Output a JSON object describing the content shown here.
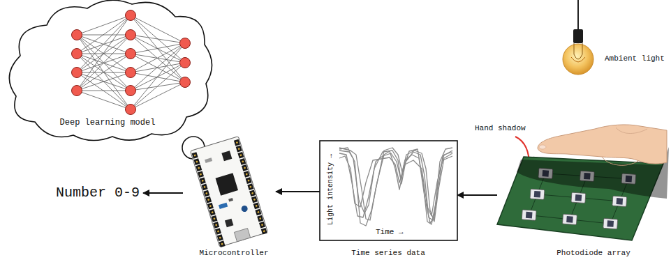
{
  "diagram": {
    "nodes": [
      {
        "text": [
          "Deep learning model"
        ]
      },
      {
        "text": [
          "Number 0-9"
        ]
      },
      {
        "text": [
          "Microcontroller"
        ]
      },
      {
        "text": [
          "Light intensity →",
          "Time →",
          "Time series data"
        ]
      },
      {
        "text": [
          "Photodiode array"
        ]
      }
    ],
    "edges": [
      {
        "from": 4,
        "to": 3,
        "arrow": "to"
      },
      {
        "from": 3,
        "to": 2,
        "arrow": "to"
      },
      {
        "from": 2,
        "to": 1,
        "arrow": "to"
      }
    ],
    "labels": [
      "Ambient light",
      "Hand shadow"
    ]
  }
}
